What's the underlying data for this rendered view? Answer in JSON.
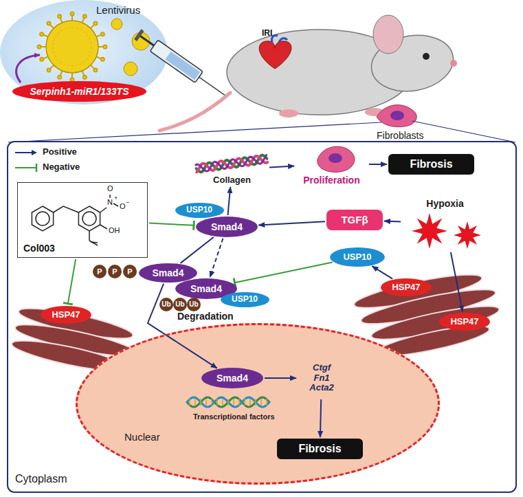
{
  "diagram": {
    "nodes": [
      {
        "text": [
          "Lentivirus"
        ]
      },
      {
        "text": [
          "Serpinh1-miR1/133TS"
        ],
        "in": 0
      },
      {
        "text": [
          "Collagen"
        ]
      },
      {
        "text": [
          "Proliferation"
        ]
      },
      {
        "text": [
          "Fibrosis"
        ]
      },
      {
        "text": [
          "Col003"
        ]
      },
      {
        "text": [
          "Smad4"
        ]
      },
      {
        "text": [
          "USP10"
        ]
      },
      {
        "text": [
          "TGFβ"
        ]
      },
      {
        "text": [
          "Hypoxia"
        ]
      },
      {
        "text": [
          "P"
        ]
      },
      {
        "text": [
          "P"
        ]
      },
      {
        "text": [
          "P"
        ]
      },
      {
        "text": [
          "Smad4"
        ]
      },
      {
        "text": [
          "USP10"
        ]
      },
      {
        "text": [
          "Smad4"
        ]
      },
      {
        "text": [
          "USP10"
        ]
      },
      {
        "text": [
          "Ub"
        ]
      },
      {
        "text": [
          "Ub"
        ]
      },
      {
        "text": [
          "Ub"
        ]
      },
      {
        "text": [
          "HSP47"
        ]
      },
      {
        "text": [
          "HSP47"
        ]
      },
      {
        "text": [
          "HSP47"
        ]
      },
      {
        "text": [
          "Nuclear"
        ]
      },
      {
        "text": [
          "Smad4"
        ],
        "in": 23
      },
      {
        "text": [
          "Ctgf",
          "Fn1",
          "Acta2"
        ],
        "in": 23
      },
      {
        "text": [
          "Fibrosis"
        ],
        "in": 23
      }
    ],
    "edges": [
      {
        "from": 2,
        "to": 3,
        "arrow": "to"
      },
      {
        "from": 3,
        "to": 4,
        "arrow": "to"
      },
      {
        "from": 6,
        "to": 2,
        "arrow": "to"
      },
      {
        "from": 8,
        "to": 6,
        "arrow": "to"
      },
      {
        "from": 9,
        "to": 8,
        "arrow": "to"
      },
      {
        "from": 9,
        "to": 22,
        "arrow": "to"
      },
      {
        "from": 21,
        "to": 14,
        "arrow": "to"
      },
      {
        "from": 14,
        "to": 15,
        "arrow": "to"
      },
      {
        "from": 6,
        "to": 15,
        "arrow": "to"
      },
      {
        "from": 5,
        "to": 6,
        "arrow": "to"
      },
      {
        "from": 5,
        "to": 20,
        "arrow": "to"
      },
      {
        "from": 6,
        "to": 13,
        "arrow": "none"
      },
      {
        "from": 13,
        "to": 24,
        "arrow": "to"
      },
      {
        "from": 24,
        "to": 25,
        "arrow": "to"
      },
      {
        "from": 25,
        "to": 26,
        "arrow": "to"
      }
    ],
    "labels": [
      "IRI",
      "Fibroblasts",
      "Degradation",
      "Transcriptional factors",
      "Cytoplasm",
      "O",
      "N",
      "+",
      "O",
      "−",
      "OH"
    ],
    "legend": [
      {
        "text": "Positive"
      },
      {
        "text": "Negative"
      }
    ]
  }
}
